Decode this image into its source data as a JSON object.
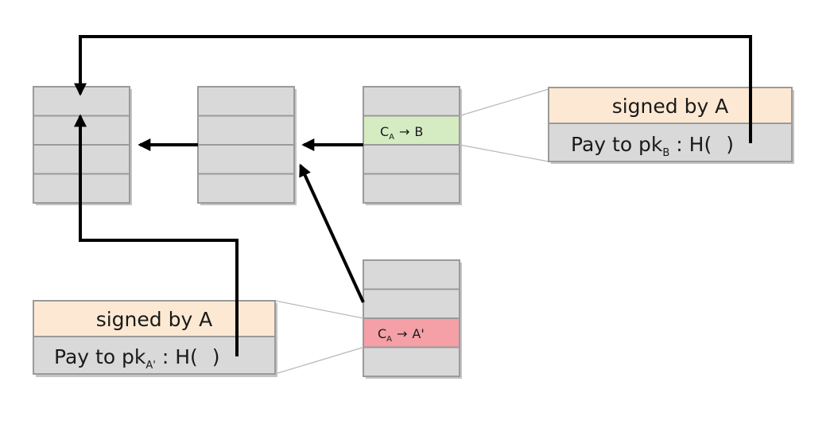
{
  "blocks": {
    "top_right_record": {
      "header": "signed by A",
      "body_prefix": "Pay to pk",
      "body_sub": "B",
      "body_suffix": " : H(",
      "body_close": ")"
    },
    "bottom_left_record": {
      "header": "signed by A",
      "body_prefix": "Pay to pk",
      "body_sub": "A'",
      "body_suffix": " : H(",
      "body_close": ")"
    },
    "green_cell": {
      "main": "C",
      "sub": "A",
      "arrow": "→",
      "target": "B"
    },
    "red_cell": {
      "main": "C",
      "sub": "A",
      "arrow": "→",
      "target": "A'"
    }
  },
  "colors": {
    "cell_gray": "#d9d9d9",
    "header_peach": "#fde9d3",
    "green": "#d5ecc2",
    "red": "#f4a0a6",
    "arrow": "#000000"
  }
}
